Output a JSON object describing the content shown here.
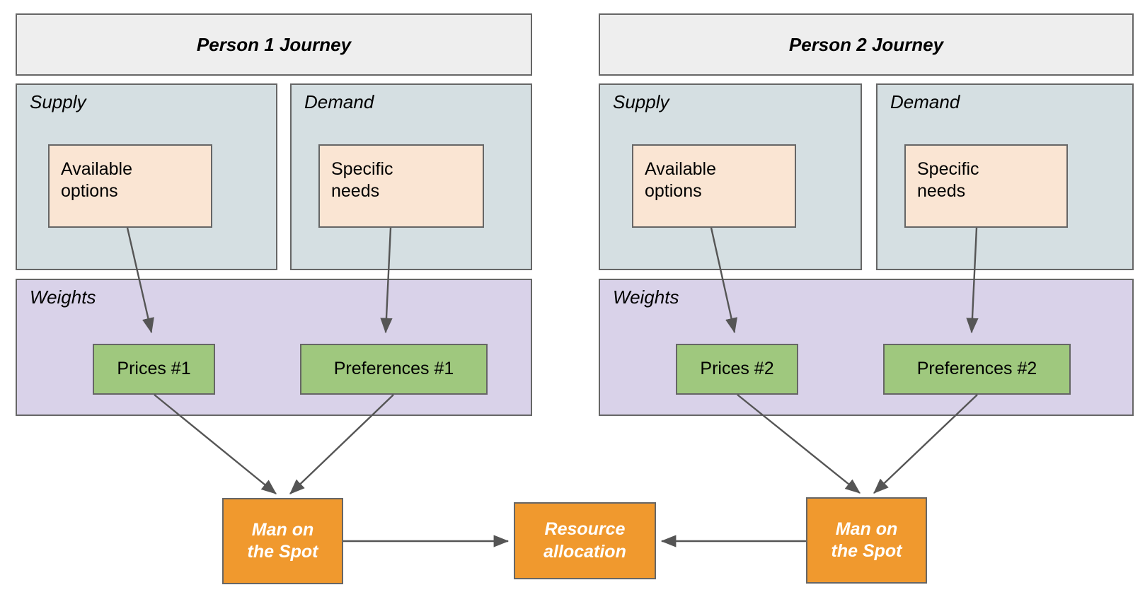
{
  "diagram": {
    "title_hidden": "",
    "colors": {
      "header_fill": "#eeeeee",
      "group_blue_fill": "#d5dfe2",
      "group_purple_fill": "#d9d2e9",
      "node_peach_fill": "#fae5d3",
      "node_green_fill": "#9fc87e",
      "node_orange_fill": "#f0992e",
      "border": "#666666",
      "edge": "#555555",
      "orange_text": "#ffffff",
      "dark_text": "#000000"
    },
    "person1": {
      "header": "Person 1 Journey",
      "supply_label": "Supply",
      "demand_label": "Demand",
      "weights_label": "Weights",
      "supply_node": "Available\noptions",
      "demand_node": "Specific\nneeds",
      "prices_node": "Prices #1",
      "preferences_node": "Preferences #1",
      "agent_node": "Man on\nthe Spot"
    },
    "person2": {
      "header": "Person 2 Journey",
      "supply_label": "Supply",
      "demand_label": "Demand",
      "weights_label": "Weights",
      "supply_node": "Available\noptions",
      "demand_node": "Specific\nneeds",
      "prices_node": "Prices #2",
      "preferences_node": "Preferences #2",
      "agent_node": "Man on\nthe Spot"
    },
    "center": {
      "result_node": "Resource\nallocation"
    }
  }
}
